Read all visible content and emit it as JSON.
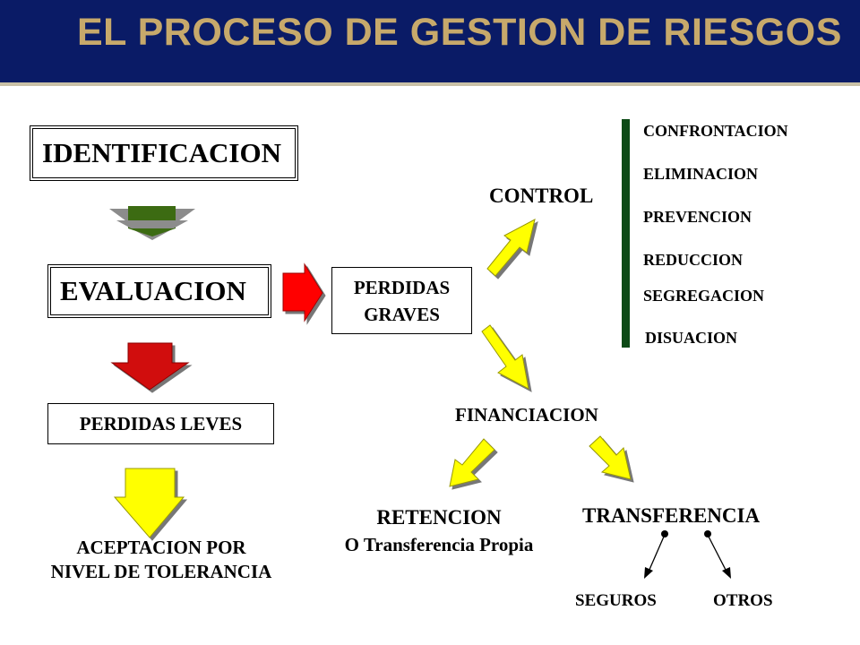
{
  "title": "EL PROCESO DE GESTION DE RIESGOS",
  "identificacion": "IDENTIFICACION",
  "evaluacion": "EVALUACION",
  "perdidas_leves": "PERDIDAS LEVES",
  "aceptacion_line1": "ACEPTACION POR",
  "aceptacion_line2": "NIVEL DE TOLERANCIA",
  "perdidas_graves_line1": "PERDIDAS",
  "perdidas_graves_line2": "GRAVES",
  "control": "CONTROL",
  "control_items": [
    "CONFRONTACION",
    "ELIMINACION",
    "PREVENCION",
    "REDUCCION",
    "SEGREGACION",
    "DISUACION"
  ],
  "financiacion": "FINANCIACION",
  "retencion_line1": "RETENCION",
  "retencion_line2": "O Transferencia Propia",
  "transferencia": "TRANSFERENCIA",
  "seguros": "SEGUROS",
  "otros": "OTROS",
  "colors": {
    "header": "#0a1b66",
    "title": "#c7a96b",
    "green_arrow": "#3c6b12",
    "red_arrow": "#d10a0a",
    "yellow_arrow": "#ffff00",
    "control_bar": "#0d4a16"
  }
}
